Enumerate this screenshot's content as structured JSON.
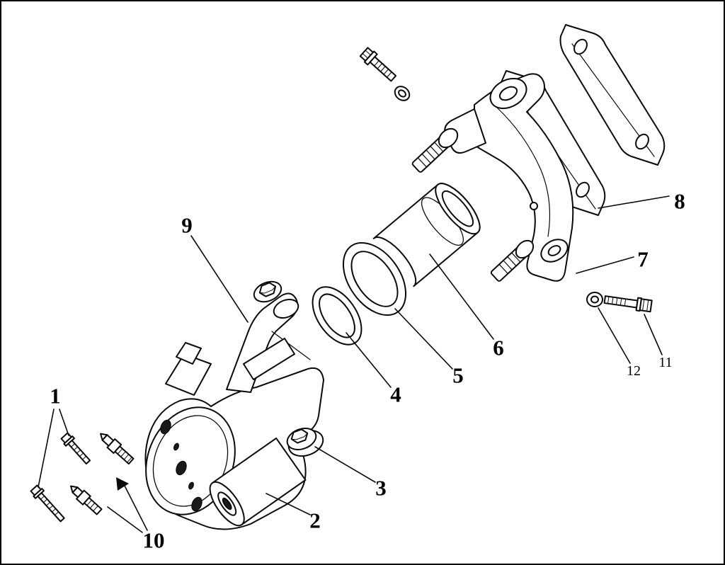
{
  "page": {
    "kind": "exploded parts diagram",
    "background": "#ffffff",
    "line_color": "#0a0a0a",
    "border_color": "#000000"
  },
  "callouts": {
    "c1": "1",
    "c2": "2",
    "c3": "3",
    "c4": "4",
    "c5": "5",
    "c6": "6",
    "c7": "7",
    "c8": "8",
    "c9": "9",
    "c10": "10",
    "c11": "11",
    "c12": "12"
  }
}
